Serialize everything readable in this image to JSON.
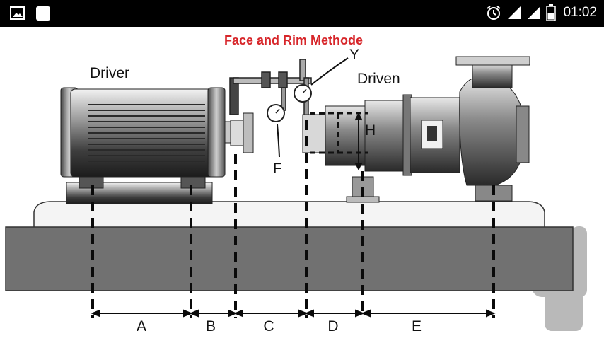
{
  "status_bar": {
    "time": "01:02",
    "left_icons": [
      "gallery-notification-icon",
      "app-notification-icon"
    ],
    "right_icons": [
      "alarm-icon",
      "signal-icon",
      "signal-icon-2",
      "battery-icon"
    ]
  },
  "diagram": {
    "title": "Face and Rim Methode",
    "title_color": "#d7262a",
    "labels": {
      "driver": "Driver",
      "driven": "Driven",
      "y": "Y",
      "f": "F",
      "h": "H"
    },
    "dimensions": [
      "A",
      "B",
      "C",
      "D",
      "E"
    ]
  },
  "watermark": {
    "name": "app-logo-watermark",
    "color": "#b9b9b9"
  }
}
